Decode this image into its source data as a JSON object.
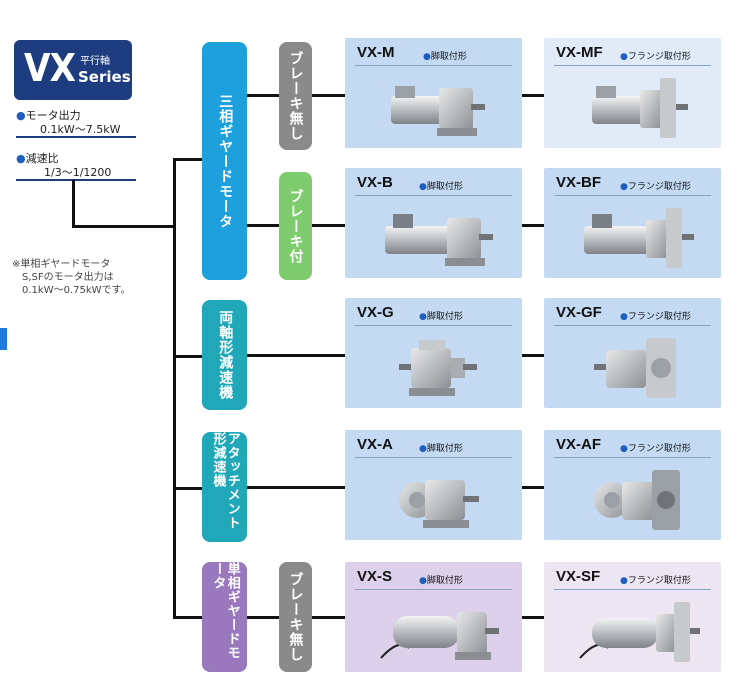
{
  "logo": {
    "main": "VX",
    "subtitle": "平行軸",
    "series": "Series"
  },
  "specs": {
    "output_label": "モータ出力",
    "output_value": "0.1kW～7.5kW",
    "ratio_label": "減速比",
    "ratio_value": "1/3～1/1200"
  },
  "note": {
    "line1": "※単相ギヤードモータ",
    "line2": "S,SFのモータ出力は",
    "line3": "0.1kW～0.75kWです。"
  },
  "categories": {
    "three_phase": "三相ギヤードモータ",
    "double_shaft": "両軸形減速機",
    "attachment": "アタッチメント形減速機",
    "single_phase": "単相ギヤードモータ"
  },
  "brakes": {
    "none_1": "ブレーキ無し",
    "with": "ブレーキ付",
    "none_2": "ブレーキ無し"
  },
  "mount_foot": "脚取付形",
  "mount_flange": "フランジ取付形",
  "models": {
    "m": "VX-M",
    "mf": "VX-MF",
    "b": "VX-B",
    "bf": "VX-BF",
    "g": "VX-G",
    "gf": "VX-GF",
    "a": "VX-A",
    "af": "VX-AF",
    "s": "VX-S",
    "sf": "VX-SF"
  },
  "colors": {
    "three_phase": "#1ea0dc",
    "double_shaft": "#21a8b8",
    "single_phase": "#9a78bd",
    "brake_none": "#8a8a8a",
    "brake_with": "#7fcc6e",
    "logo": "#1d3d80"
  }
}
